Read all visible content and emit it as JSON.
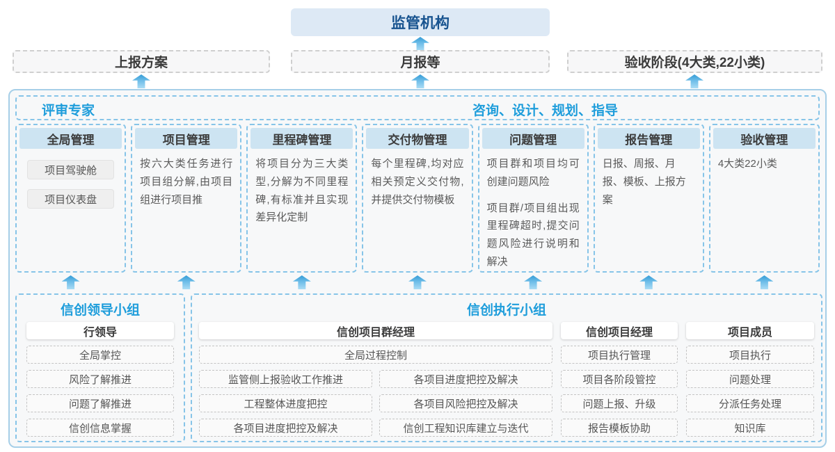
{
  "colors": {
    "accent_blue_text": "#1e9ddb",
    "regulator_text": "#17538f",
    "regulator_bg": "#dde9f5",
    "column_header_bg": "#cde4f2",
    "container_border": "#a6cfe8",
    "dashed_blue": "#86c4e8",
    "arrow_gradient_top": "#359cd6",
    "arrow_gradient_bottom": "#aadcf5"
  },
  "top": {
    "regulator": "监管机构",
    "channels": [
      {
        "label": "上报方案"
      },
      {
        "label": "月报等"
      },
      {
        "label": "验收阶段(4大类,22小类)"
      }
    ]
  },
  "main": {
    "experts_label": "评审专家",
    "guidance_label": "咨询、设计、规划、指导",
    "columns": [
      {
        "title": "全局管理",
        "items": [
          "项目驾驶舱",
          "项目仪表盘"
        ]
      },
      {
        "title": "项目管理",
        "paragraphs": [
          "按六大类任务进行项目组分解,由项目组进行项目推"
        ]
      },
      {
        "title": "里程碑管理",
        "paragraphs": [
          "将项目分为三大类型,分解为不同里程碑,有标准并且实现差异化定制"
        ]
      },
      {
        "title": "交付物管理",
        "paragraphs": [
          "每个里程碑,均对应相关预定义交付物,并提供交付物模板"
        ]
      },
      {
        "title": "问题管理",
        "paragraphs": [
          "项目群和项目均可创建问题风险",
          "项目群/项目组出现里程碑超时,提交问题风险进行说明和解决"
        ]
      },
      {
        "title": "报告管理",
        "paragraphs": [
          "日报、周报、月报、模板、上报方案"
        ]
      },
      {
        "title": "验收管理",
        "paragraphs": [
          "4大类22小类"
        ]
      }
    ]
  },
  "bottom": {
    "leadership": {
      "title": "信创领导小组",
      "role": "行领导",
      "duties": [
        "全局掌控",
        "风险了解推进",
        "问题了解推进",
        "信创信息掌握"
      ]
    },
    "execution": {
      "title": "信创执行小组",
      "group_manager": {
        "role": "信创项目群经理",
        "full_row": "全局过程控制",
        "left": [
          "监管侧上报验收工作推进",
          "工程整体进度把控",
          "各项目进度把控及解决"
        ],
        "right": [
          "各项目进度把控及解决",
          "各项目风险把控及解决",
          "信创工程知识库建立与迭代"
        ]
      },
      "project_manager": {
        "role": "信创项目经理",
        "duties": [
          "项目执行管理",
          "项目各阶段管控",
          "问题上报、升级",
          "报告模板协助"
        ]
      },
      "member": {
        "role": "项目成员",
        "duties": [
          "项目执行",
          "问题处理",
          "分派任务处理",
          "知识库"
        ]
      }
    }
  }
}
